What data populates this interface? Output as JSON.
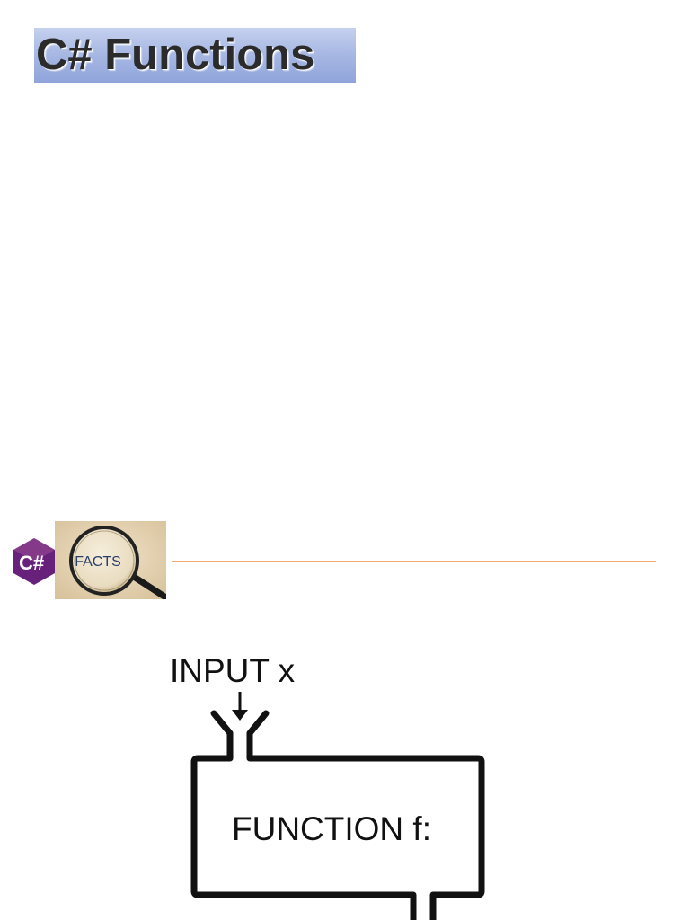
{
  "header": {
    "title": "C# Functions"
  },
  "section": {
    "logo_icon": "csharp-logo-icon",
    "logo_text": "C#",
    "facts_label": "FACTS",
    "facts_icon": "magnifying-glass-icon",
    "divider_color": "#f0a872"
  },
  "diagram": {
    "input_label": "INPUT x",
    "function_label": "FUNCTION f:",
    "arrow_icon": "arrow-down-icon"
  },
  "colors": {
    "title_banner": "#a9b9e4",
    "logo_purple": "#68217a",
    "text": "#111111"
  }
}
